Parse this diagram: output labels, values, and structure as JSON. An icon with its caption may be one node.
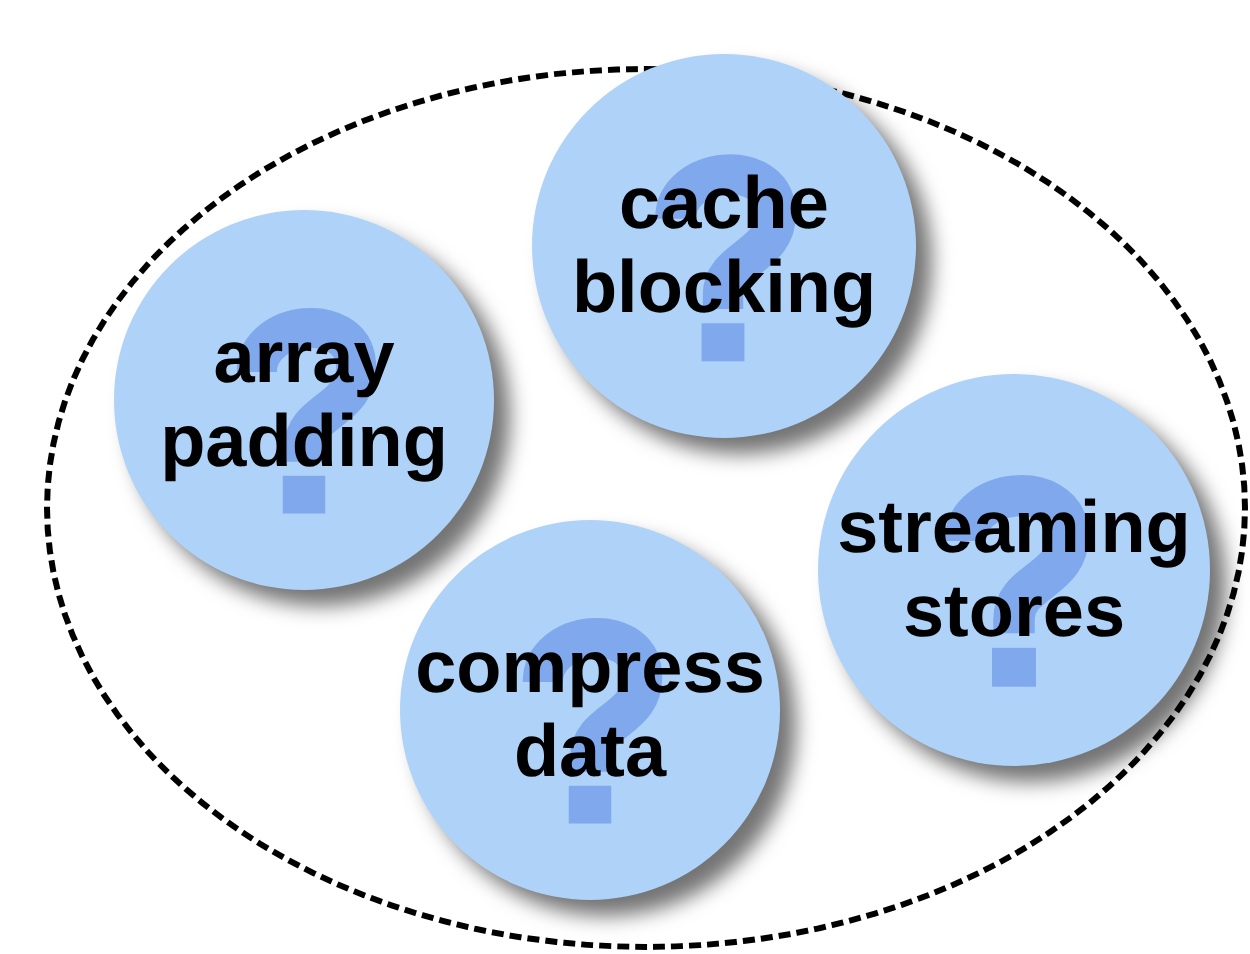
{
  "diagram": {
    "nodes": [
      {
        "text": [],
        "shape": "ellipse"
      },
      {
        "text": [
          "cache blocking"
        ],
        "in": 0
      },
      {
        "text": [
          "array padding"
        ],
        "in": 0
      },
      {
        "text": [
          "streaming stores"
        ],
        "in": 0
      },
      {
        "text": [
          "compress data"
        ],
        "in": 0
      }
    ],
    "edges": []
  }
}
